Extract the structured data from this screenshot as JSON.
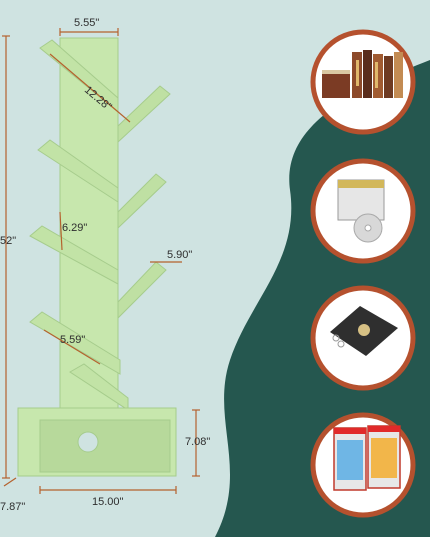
{
  "colors": {
    "background": "#cfe3e1",
    "dark_wave": "#25574f",
    "shelf_green": "#c7e7ad",
    "shelf_shadow": "#a6cc8c",
    "dimension_line": "#b5622e",
    "circle_ring": "#b5512e"
  },
  "dimensions": {
    "top_width": "5.55\"",
    "branch_long": "12.28\"",
    "total_height": "52\"",
    "branch_mid": "6.29\"",
    "branch_right": "5.90\"",
    "branch_low": "5.59\"",
    "cube_height": "7.08\"",
    "depth": "7.87\"",
    "base_width": "15.00\""
  },
  "storage_examples": [
    {
      "icon": "books-icon"
    },
    {
      "icon": "cd-case-icon"
    },
    {
      "icon": "photo-album-icon"
    },
    {
      "icon": "game-cases-icon"
    }
  ]
}
